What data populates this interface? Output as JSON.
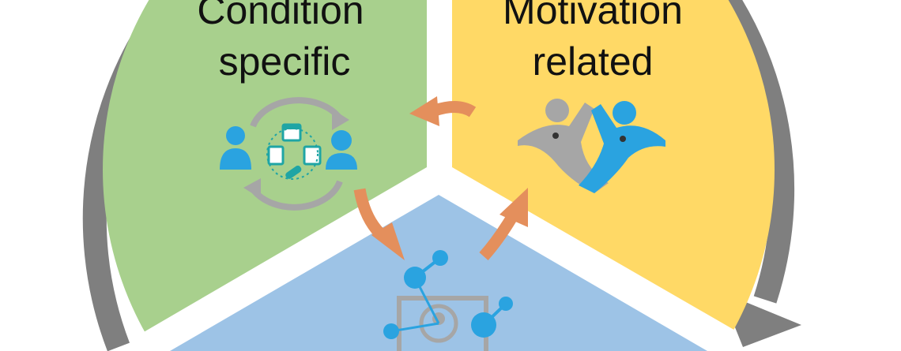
{
  "diagram": {
    "segments": [
      {
        "key": "condition",
        "line1": "Condition",
        "line2": "specific",
        "color": "#a8d08d",
        "icon": "care-cycle-icon"
      },
      {
        "key": "motivation",
        "line1": "Motivation",
        "line2": "related",
        "color": "#ffd966",
        "icon": "high-five-people-icon"
      },
      {
        "key": "network",
        "line1": "",
        "line2": "",
        "color": "#9dc3e6",
        "icon": "network-person-icon"
      }
    ],
    "colors": {
      "outer_ring": "#7f7f7f",
      "flow_arrow": "#e48f5c",
      "icon_teal": "#1fa5a5",
      "icon_blue": "#2aa3e0",
      "icon_gray": "#a6a6a6"
    }
  }
}
